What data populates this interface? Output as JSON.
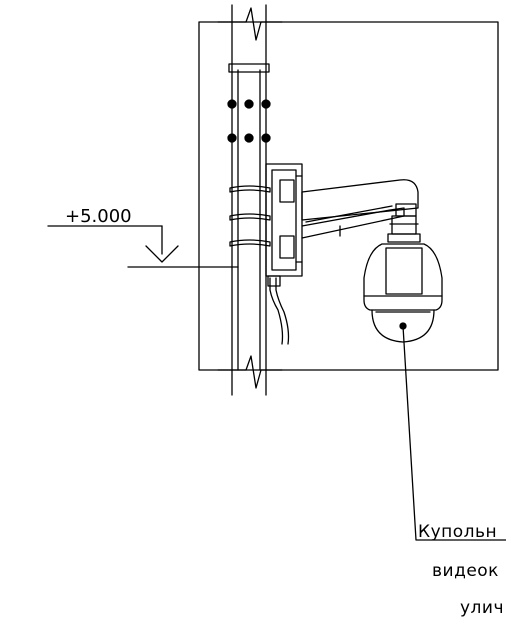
{
  "elevation": {
    "label": "+5.000"
  },
  "callout": {
    "line1": "Купольн",
    "line2": "видеок",
    "line3": "улич"
  },
  "colors": {
    "stroke": "#000000",
    "background": "#ffffff"
  }
}
